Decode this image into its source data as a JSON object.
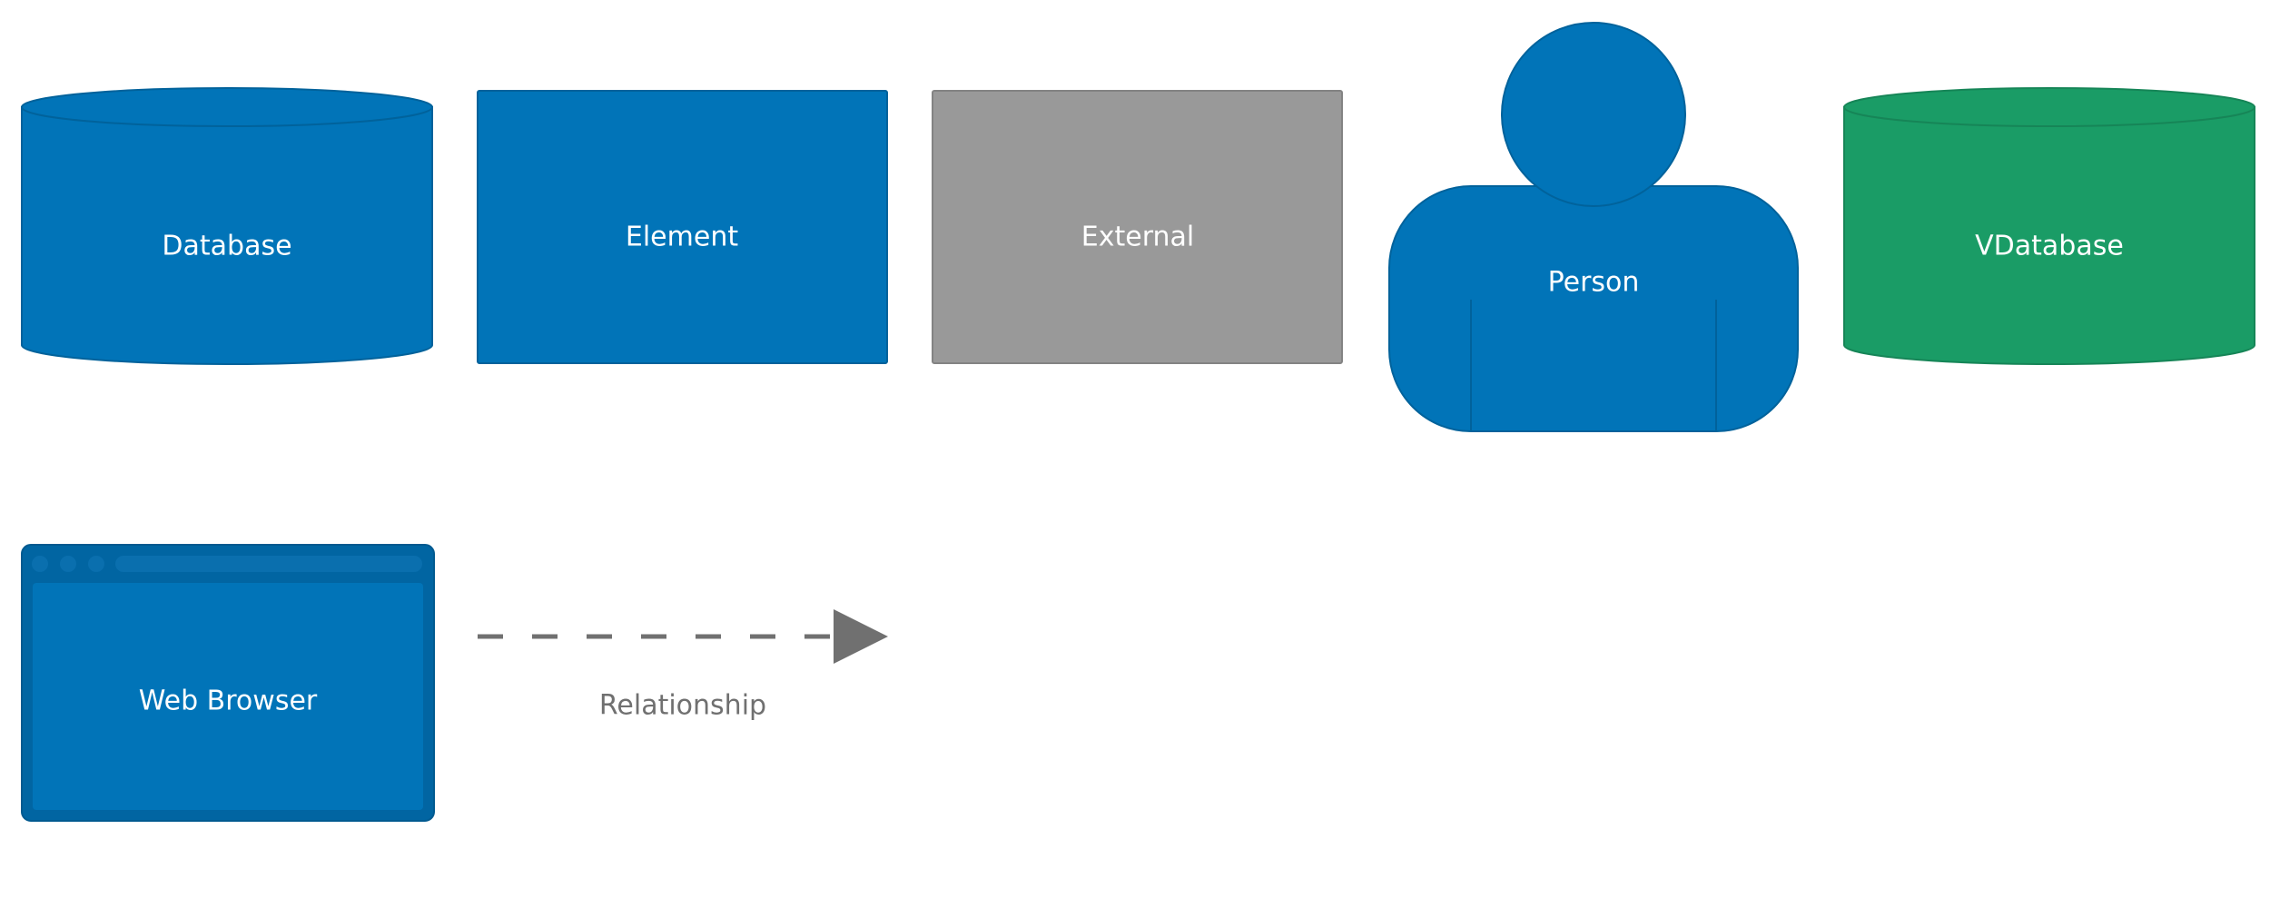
{
  "colors": {
    "element_blue": "#0174b8",
    "element_blue_stroke": "#01629b",
    "browser_frame": "#0165a2",
    "browser_chrome_dot": "#0a6fae",
    "external_gray": "#999999",
    "external_gray_stroke": "#838383",
    "vdatabase_green": "#1a9c66",
    "vdatabase_green_stroke": "#168557",
    "relationship_gray": "#707070",
    "background": "#ffffff"
  },
  "nodes": {
    "database": {
      "label": "Database",
      "shape": "cylinder"
    },
    "element": {
      "label": "Element",
      "shape": "box"
    },
    "external": {
      "label": "External",
      "shape": "box"
    },
    "person": {
      "label": "Person",
      "shape": "person"
    },
    "vdatabase": {
      "label": "VDatabase",
      "shape": "cylinder"
    },
    "web_browser": {
      "label": "Web Browser",
      "shape": "web-browser"
    }
  },
  "relationship": {
    "label": "Relationship",
    "style": "dashed",
    "arrowhead": "filled-triangle"
  }
}
